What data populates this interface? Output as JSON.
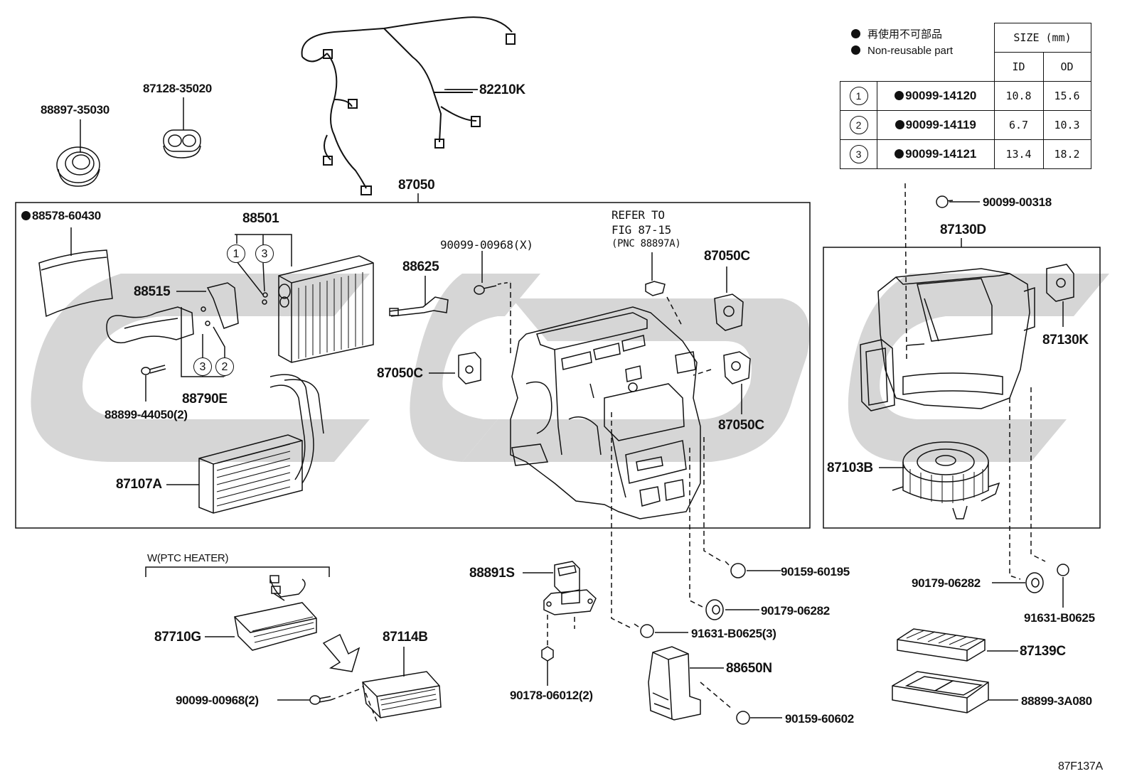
{
  "diagram_code": "87F137A",
  "legend": {
    "jp": "再使用不可部品",
    "en": "Non-reusable part"
  },
  "table": {
    "size_header": "SIZE (mm)",
    "id_header": "ID",
    "od_header": "OD",
    "rows": [
      {
        "ref": "1",
        "part": "90099-14120",
        "id": "10.8",
        "od": "15.6"
      },
      {
        "ref": "2",
        "part": "90099-14119",
        "id": "6.7",
        "od": "10.3"
      },
      {
        "ref": "3",
        "part": "90099-14121",
        "id": "13.4",
        "od": "18.2"
      }
    ]
  },
  "labels": {
    "p88897": "88897-35030",
    "p87128": "87128-35020",
    "p82210K": "82210K",
    "p87050": "87050",
    "p88578": "88578-60430",
    "p88501": "88501",
    "p88515": "88515",
    "p88790E": "88790E",
    "p88899_44050": "88899-44050(2)",
    "p87107A": "87107A",
    "p88625": "88625",
    "p90099_00968x": "90099-00968(X)",
    "refer1": "REFER TO",
    "refer2": "FIG 87-15",
    "refer3": "(PNC 88897A)",
    "p87050C_a": "87050C",
    "p87050C_b": "87050C",
    "p87050C_c": "87050C",
    "p90099_00318": "90099-00318",
    "p87130D": "87130D",
    "p87130K": "87130K",
    "p87103B": "87103B",
    "ptc": "W(PTC HEATER)",
    "p87710G": "87710G",
    "p87114B": "87114B",
    "p90099_00968_2": "90099-00968(2)",
    "p88891S": "88891S",
    "p90178": "90178-06012(2)",
    "p90159_60195": "90159-60195",
    "p90179_06282a": "90179-06282",
    "p91631_3": "91631-B0625(3)",
    "p88650N": "88650N",
    "p90159_60602": "90159-60602",
    "p90179_06282b": "90179-06282",
    "p91631_b": "91631-B0625",
    "p87139C": "87139C",
    "p88899_3A080": "88899-3A080",
    "c1": "1",
    "c2": "2",
    "c3": "3"
  }
}
